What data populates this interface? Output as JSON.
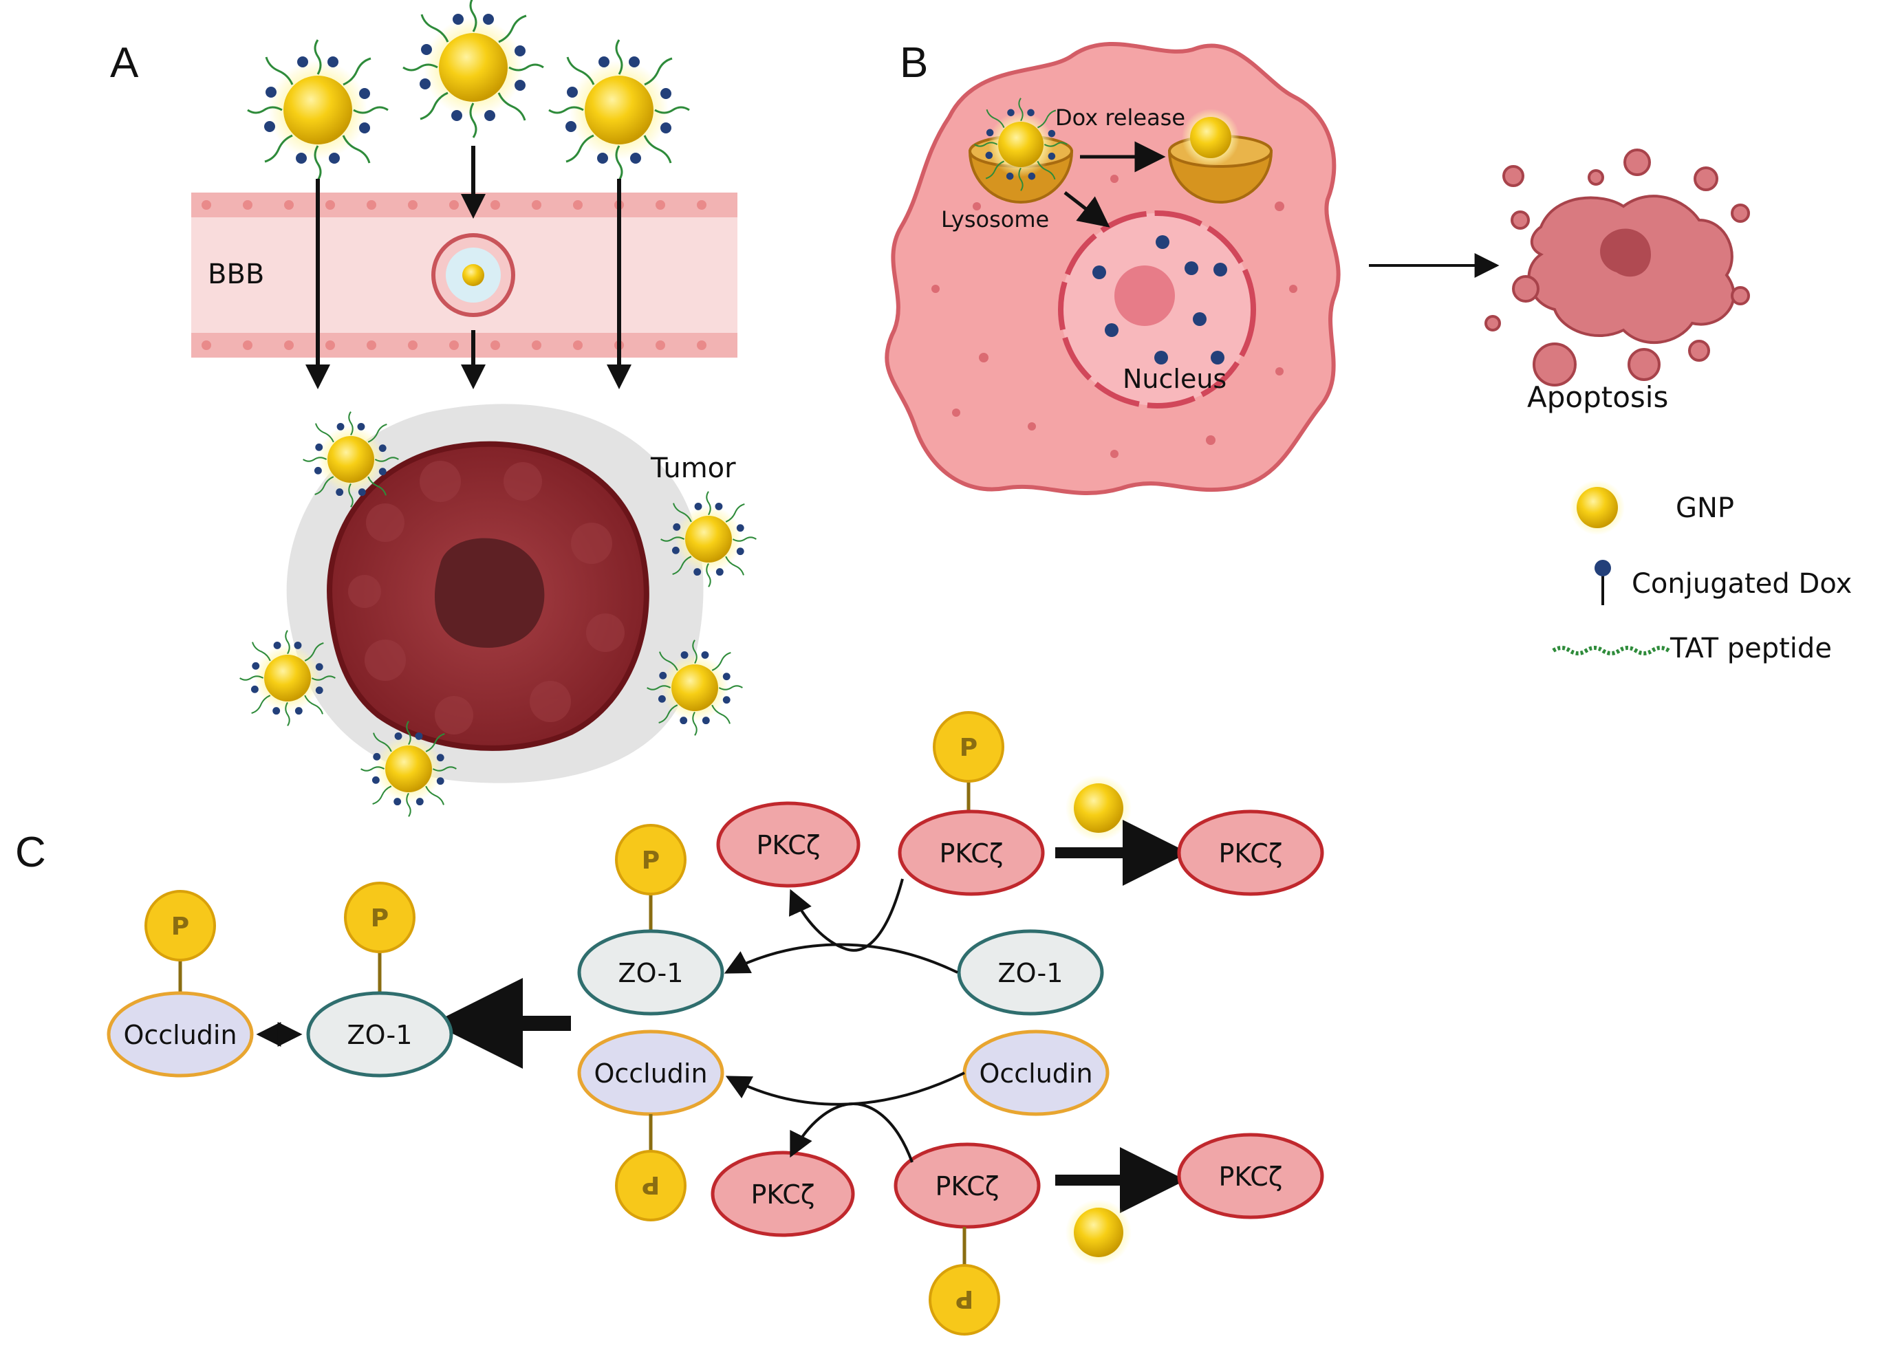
{
  "panels": {
    "a": {
      "letter": "A",
      "bbb_label": "BBB",
      "tumor_label": "Tumor"
    },
    "b": {
      "letter": "B",
      "dox_release": "Dox release",
      "lysosome": "Lysosome",
      "nucleus": "Nucleus",
      "apoptosis": "Apoptosis"
    },
    "c": {
      "letter": "C"
    }
  },
  "legend": {
    "gnp": "GNP",
    "conjugated_dox": "Conjugated Dox",
    "tat_peptide": "TAT peptide"
  },
  "pathway": {
    "pkc": "PKCζ",
    "zo1": "ZO-1",
    "occludin": "Occludin",
    "phospho": "P"
  },
  "colors": {
    "gold": "#f2c200",
    "dox_blue": "#23407a",
    "tat_green": "#2e8b3a",
    "bbb_pink": "#f7d7d7",
    "cell_pink": "#f3a5a5",
    "tumor_red": "#8b2a2e",
    "pkc_fill": "#f0a6a8",
    "pkc_stroke": "#c0282d",
    "zo1_fill": "#e9ecec",
    "zo1_stroke": "#2f6e6e",
    "occludin_fill": "#dcdcf0",
    "occludin_stroke": "#e8a530"
  }
}
